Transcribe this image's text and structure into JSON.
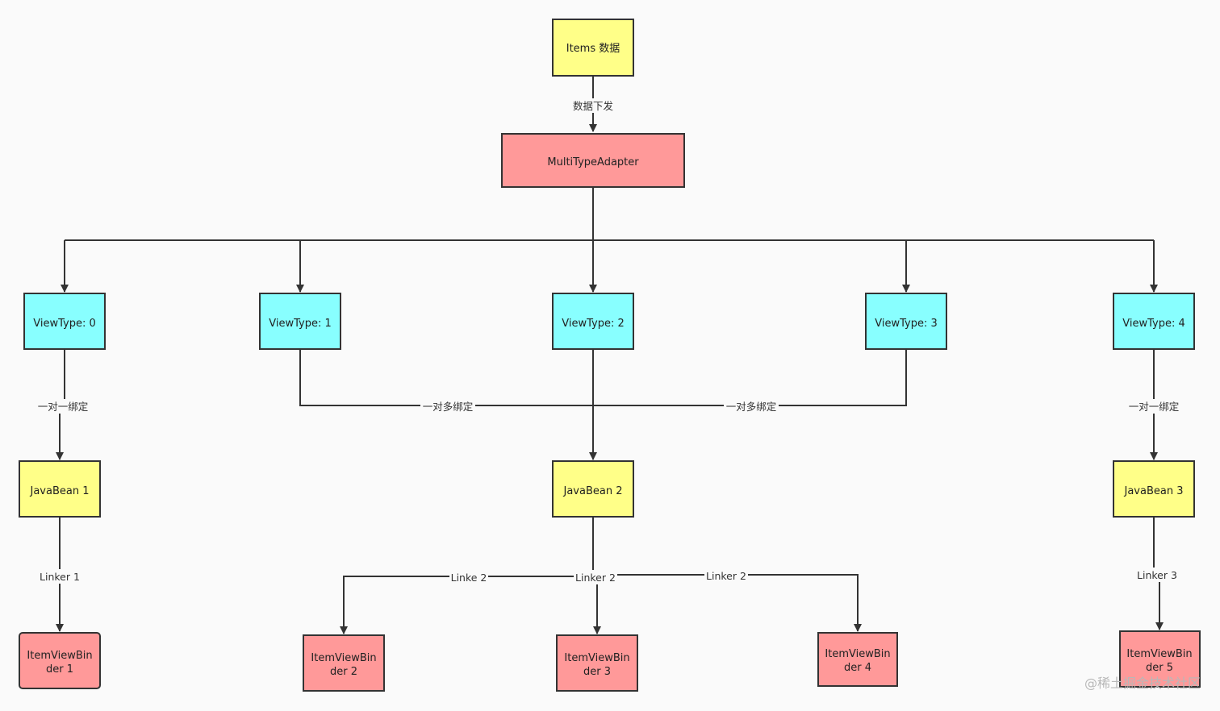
{
  "colors": {
    "yellow": "#ffff88",
    "red": "#ff9999",
    "cyan": "#88ffff",
    "stroke": "#333333"
  },
  "nodes": {
    "items": {
      "text": "Items 数据"
    },
    "adapter": {
      "text": "MultiTypeAdapter"
    },
    "vt0": {
      "text": "ViewType: 0"
    },
    "vt1": {
      "text": "ViewType: 1"
    },
    "vt2": {
      "text": "ViewType: 2"
    },
    "vt3": {
      "text": "ViewType: 3"
    },
    "vt4": {
      "text": "ViewType: 4"
    },
    "jb1": {
      "text": "JavaBean 1"
    },
    "jb2": {
      "text": "JavaBean 2"
    },
    "jb3": {
      "text": "JavaBean 3"
    },
    "ivb1": {
      "line1": "ItemViewBin",
      "line2": "der 1"
    },
    "ivb2": {
      "line1": "ItemViewBin",
      "line2": "der 2"
    },
    "ivb3": {
      "line1": "ItemViewBin",
      "line2": "der 3"
    },
    "ivb4": {
      "line1": "ItemViewBin",
      "line2": "der 4"
    },
    "ivb5": {
      "line1": "ItemViewBin",
      "line2": "der 5"
    }
  },
  "edges": {
    "data_down": "数据下发",
    "one_to_one_left": "一对一绑定",
    "one_to_many_left": "一对多绑定",
    "one_to_many_right": "一对多绑定",
    "one_to_one_right": "一对一绑定",
    "linker1": "Linker 1",
    "linke2_left": "Linke 2",
    "linker2_mid": "Linker 2",
    "linker2_right": "Linker 2",
    "linker3": "Linker 3"
  },
  "watermark": "@稀土掘金技术社区"
}
